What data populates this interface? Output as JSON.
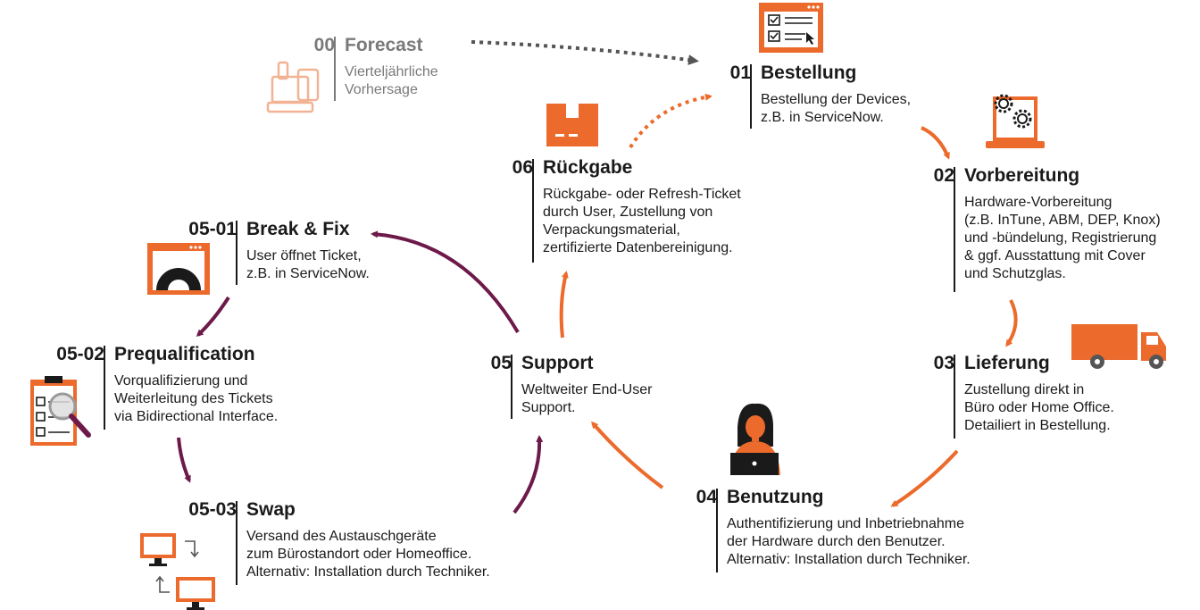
{
  "colors": {
    "orange": "#ec6a2c",
    "purple": "#6d1a4a",
    "dark": "#1a1a1a",
    "gray": "#7a7a7a",
    "light_orange": "#f2b394"
  },
  "steps": {
    "forecast": {
      "num": "00",
      "title": "Forecast",
      "lines": [
        "Vierteljährliche",
        "Vorhersage"
      ]
    },
    "bestellung": {
      "num": "01",
      "title": "Bestellung",
      "lines": [
        "Bestellung der Devices,",
        "z.B. in ServiceNow."
      ]
    },
    "vorbereitung": {
      "num": "02",
      "title": "Vorbereitung",
      "lines": [
        "Hardware-Vorbereitung",
        "(z.B. InTune, ABM, DEP, Knox)",
        "und -bündelung, Registrierung",
        "& ggf. Ausstattung mit Cover",
        "und Schutzglas."
      ]
    },
    "lieferung": {
      "num": "03",
      "title": "Lieferung",
      "lines": [
        "Zustellung direkt in",
        "Büro oder Home Office.",
        "Detailiert in Bestellung."
      ]
    },
    "benutzung": {
      "num": "04",
      "title": "Benutzung",
      "lines": [
        "Authentifizierung und Inbetriebnahme",
        "der Hardware durch den Benutzer.",
        "Alternativ: Installation durch Techniker."
      ]
    },
    "support": {
      "num": "05",
      "title": "Support",
      "lines": [
        "Weltweiter End-User",
        "Support."
      ]
    },
    "rueckgabe": {
      "num": "06",
      "title": "Rückgabe",
      "lines": [
        "Rückgabe- oder Refresh-Ticket",
        "durch User, Zustellung von",
        "Verpackungsmaterial,",
        "zertifizierte Datenbereinigung."
      ]
    },
    "breakfix": {
      "num": "05-01",
      "title": "Break & Fix",
      "lines": [
        "User öffnet Ticket,",
        "z.B. in ServiceNow."
      ]
    },
    "prequal": {
      "num": "05-02",
      "title": "Prequalification",
      "lines": [
        "Vorqualifizierung und",
        "Weiterleitung des Tickets",
        "via Bidirectional Interface."
      ]
    },
    "swap": {
      "num": "05-03",
      "title": "Swap",
      "lines": [
        "Versand des Austauschgeräte",
        "zum Bürostandort oder Homeoffice.",
        "Alternativ: Installation durch Techniker."
      ]
    }
  },
  "icons": {
    "forecast": "devices-icon",
    "bestellung": "checklist-window-icon",
    "vorbereitung": "laptop-gears-icon",
    "lieferung": "delivery-truck-icon",
    "benutzung": "user-laptop-icon",
    "rueckgabe": "package-box-icon",
    "breakfix": "browser-gear-icon",
    "prequal": "clipboard-magnifier-icon",
    "swap": "monitor-swap-icon"
  }
}
